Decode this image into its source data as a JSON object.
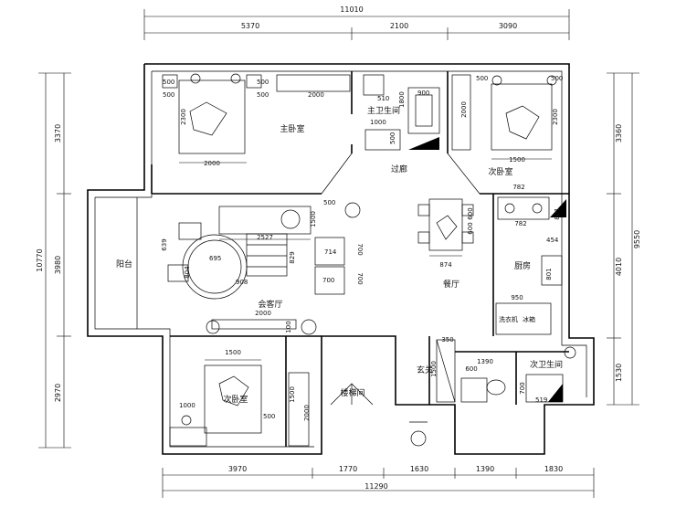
{
  "dimensions": {
    "top_total": "11010",
    "top_segments": [
      "5370",
      "2100",
      "3090"
    ],
    "bottom_total": "11290",
    "bottom_segments": [
      "3970",
      "1770",
      "1630",
      "1390",
      "1830"
    ],
    "left_total": "10770",
    "left_segments": [
      "3370",
      "3980",
      "2970"
    ],
    "right_total": "9550",
    "right_segments": [
      "3360",
      "4010",
      "1530"
    ]
  },
  "rooms": {
    "master_bedroom": "主卧室",
    "master_bath": "主卫生间",
    "second_bedroom_ne": "次卧室",
    "corridor": "过廊",
    "balcony": "阳台",
    "living_room": "会客厅",
    "dining": "餐厅",
    "kitchen": "厨房",
    "entrance": "玄关",
    "guest_bath": "次卫生间",
    "stair": "楼梯间",
    "second_bedroom_sw": "次卧室"
  },
  "furniture_dims": {
    "mb_bed_h": "2300",
    "mb_bed_w": "2000",
    "mb_nightstand_a": "500",
    "mb_nightstand_b": "500",
    "mb_side_a": "500",
    "mb_side_b": "500",
    "mb_wardrobe": "2000",
    "bath_1000": "1000",
    "bath_900": "900",
    "bath_510": "510",
    "bath_500": "500",
    "bath_1800": "1800",
    "ne_bed_w": "1500",
    "ne_bed_h": "2300",
    "ne_wardrobe": "2000",
    "ne_500a": "500",
    "ne_500b": "500",
    "lr_500": "500",
    "lr_1500": "1500",
    "lr_2527": "2527",
    "lr_714": "714",
    "lr_700a": "700",
    "lr_700b": "700",
    "lr_700c": "700",
    "lr_908": "908",
    "lr_695": "695",
    "lr_2000": "2000",
    "lr_100": "100",
    "lr_804": "804",
    "lr_639": "639",
    "lr_829": "829",
    "dn_874": "874",
    "dn_600a": "600",
    "dn_600b": "600",
    "k_782a": "782",
    "k_782b": "782",
    "k_454": "454",
    "k_801": "801",
    "k_950": "950",
    "k_801b": "801",
    "en_350": "350",
    "en_1500": "1500",
    "gb_600": "600",
    "gb_1390": "1390",
    "gb_519": "519",
    "gb_700": "700",
    "sb_1500": "1500",
    "sb_1000": "1000",
    "sb_500": "500",
    "sb_1500b": "1500",
    "sb_2000": "2000"
  },
  "labels": {
    "washer": "洗衣机",
    "fridge": "冰箱"
  }
}
